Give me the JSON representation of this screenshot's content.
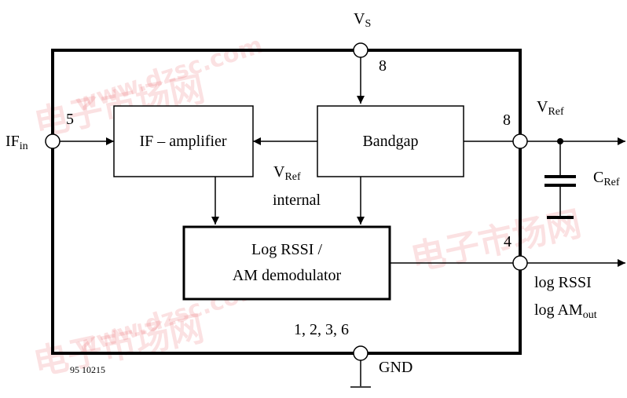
{
  "pins": {
    "vs_main": "V",
    "vs_sub": "S",
    "vs_number": "8",
    "if_in_main": "IF",
    "if_in_sub": "in",
    "if_in_number": "5",
    "vref_number": "8",
    "vref_main": "V",
    "vref_sub": "Ref",
    "cref_main": "C",
    "cref_sub": "Ref",
    "rssi_number": "4",
    "rssi_line1": "log RSSI",
    "rssi_line2_main": "log AM",
    "rssi_line2_sub": "out",
    "gnd_numbers": "1, 2, 3, 6",
    "gnd_label": "GND"
  },
  "blocks": {
    "if_amplifier": "IF – amplifier",
    "bandgap": "Bandgap",
    "log_rssi_line1": "Log RSSI /",
    "log_rssi_line2": "AM demodulator"
  },
  "internal": {
    "vref_main": "V",
    "vref_sub": "Ref",
    "internal_label": "internal"
  },
  "figure_id": "95 10215",
  "watermark": {
    "text1": "电子市场网",
    "text2": "www.dzsc.com"
  },
  "colors": {
    "line": "#000000",
    "background": "#ffffff",
    "watermark": "#e2161b"
  }
}
